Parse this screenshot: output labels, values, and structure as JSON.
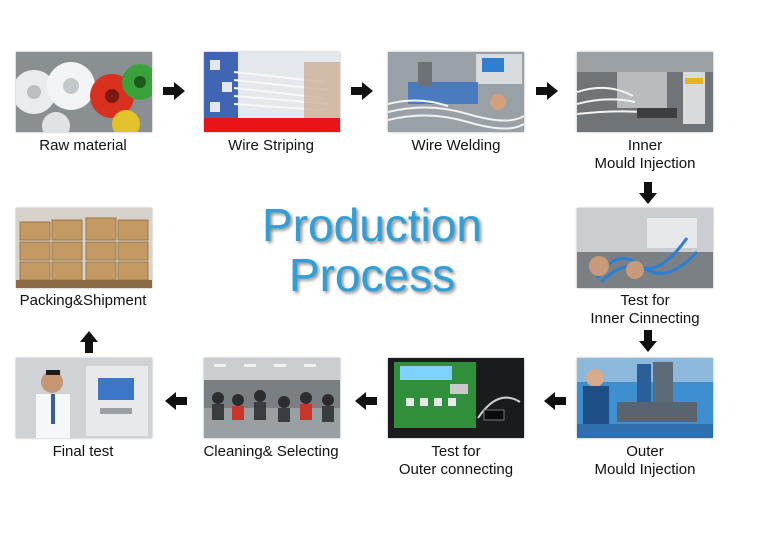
{
  "title": {
    "line1": "Production",
    "line2": "Process"
  },
  "steps": [
    {
      "id": "raw-material",
      "lines": [
        "Raw material"
      ]
    },
    {
      "id": "wire-striping",
      "lines": [
        "Wire Striping"
      ]
    },
    {
      "id": "wire-welding",
      "lines": [
        "Wire Welding"
      ]
    },
    {
      "id": "inner-mould-injection",
      "lines": [
        "Inner",
        "Mould Injection"
      ]
    },
    {
      "id": "test-inner-connecting",
      "lines": [
        "Test for",
        "Inner Cinnecting"
      ]
    },
    {
      "id": "outer-mould-injection",
      "lines": [
        "Outer",
        "Mould Injection"
      ]
    },
    {
      "id": "test-outer-connecting",
      "lines": [
        "Test for",
        "Outer connecting"
      ]
    },
    {
      "id": "cleaning-selecting",
      "lines": [
        "Cleaning& Selecting"
      ]
    },
    {
      "id": "final-test",
      "lines": [
        "Final test"
      ]
    },
    {
      "id": "packing-shipment",
      "lines": [
        "Packing&Shipment"
      ]
    }
  ],
  "colors": {
    "title": "#2f9fd8",
    "arrow": "#111111",
    "text": "#111111"
  }
}
